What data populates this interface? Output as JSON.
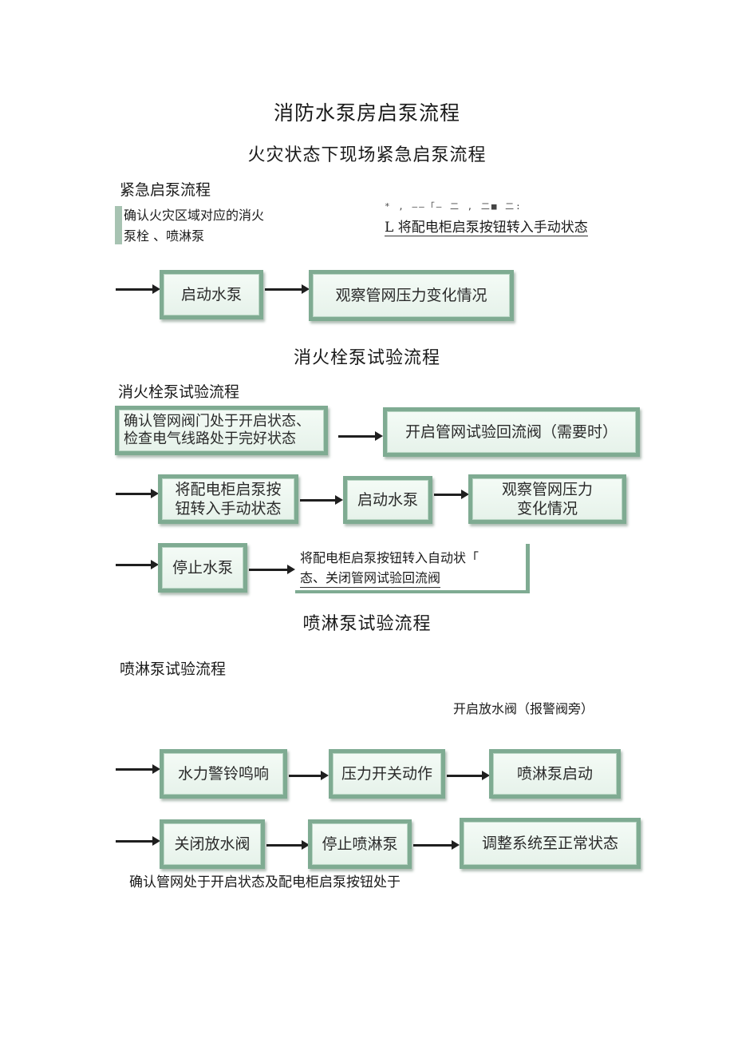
{
  "title": "消防水泵房启泵流程",
  "section1": {
    "heading": "火灾状态下现场紧急启泵流程",
    "subheading": "紧急启泵流程",
    "note_line1": "确认火灾区域对应的消火",
    "note_line2": "泵栓  、喷淋泵",
    "noise_text": "* ,  ——「—  二              , 二■   二:",
    "right_note": "L 将配电柜启泵按钮转入手动状态",
    "box_start_pump": "启动水泵",
    "box_observe": "观察管网压力变化情况"
  },
  "section2": {
    "heading": "消火栓泵试验流程",
    "subheading": "消火栓泵试验流程",
    "box_confirm_line1": "确认管网阀门处于开启状态、",
    "box_confirm_line2": "检查电气线路处于完好状态",
    "box_open_valve": "开启管网试验回流阀（需要时）",
    "box_manual_line1": "将配电柜启泵按",
    "box_manual_line2": "钮转入手动状态",
    "box_start_pump": "启动水泵",
    "box_observe_line1": "观察管网压力",
    "box_observe_line2": "变化情况",
    "box_stop_pump": "停止水泵",
    "box_auto_line1": "将配电柜启泵按钮转入自动状「",
    "box_auto_line2": "态、关闭管网试验回流阀"
  },
  "section3": {
    "heading": "喷淋泵试验流程",
    "subheading": "喷淋泵试验流程",
    "open_drain_note": "开启放水阀（报警阀旁）",
    "box_alarm_bell": "水力警铃鸣响",
    "box_pressure_switch": "压力开关动作",
    "box_sprinkler_start": "喷淋泵启动",
    "box_close_drain": "关闭放水阀",
    "box_stop_sprinkler": "停止喷淋泵",
    "box_restore": "调整系统至正常状态",
    "bottom_note": "确认管网处于开启状态及配电柜启泵按钮处于"
  }
}
